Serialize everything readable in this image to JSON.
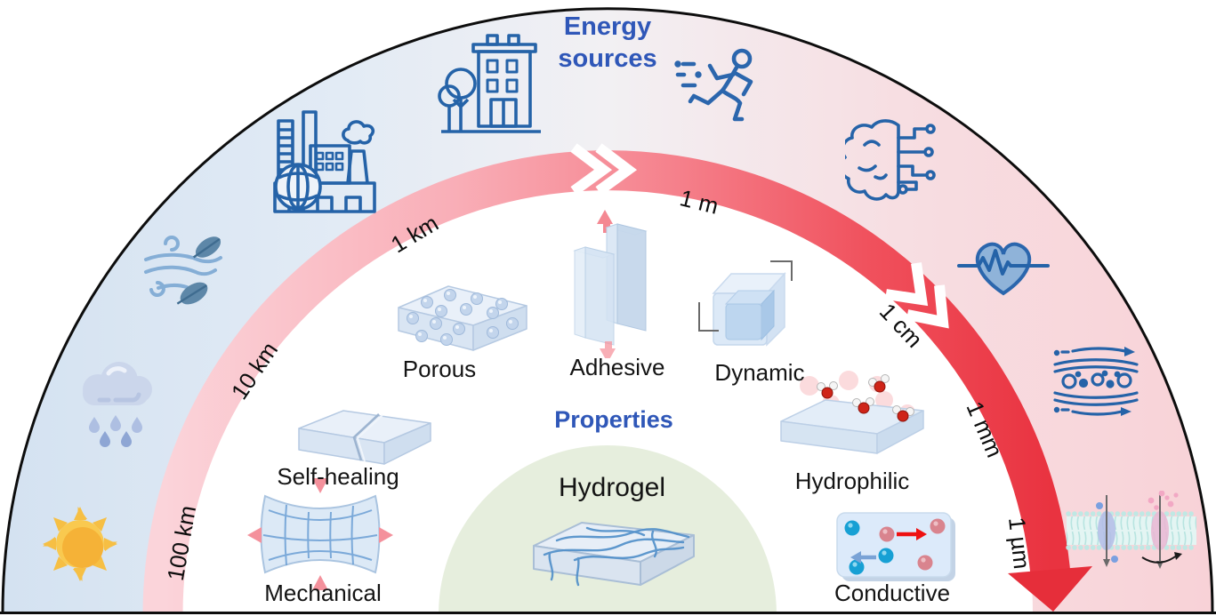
{
  "figure": {
    "energy_title": "Energy sources",
    "properties_title": "Properties",
    "hydrogel_title": "Hydrogel"
  },
  "scale_labels": [
    {
      "label": "100 km"
    },
    {
      "label": "10 km"
    },
    {
      "label": "1 km"
    },
    {
      "label": "1 m"
    },
    {
      "label": "1 cm"
    },
    {
      "label": "1 mm"
    },
    {
      "label": "1 µm"
    }
  ],
  "properties": [
    {
      "label": "Porous"
    },
    {
      "label": "Adhesive"
    },
    {
      "label": "Dynamic"
    },
    {
      "label": "Self-healing"
    },
    {
      "label": "Hydrophilic"
    },
    {
      "label": "Mechanical"
    },
    {
      "label": "Conductive"
    }
  ],
  "energy_sources": [
    {
      "icon": "sun-icon"
    },
    {
      "icon": "rain-cloud-icon"
    },
    {
      "icon": "wind-leaves-icon"
    },
    {
      "icon": "factory-icon"
    },
    {
      "icon": "city-building-icon"
    },
    {
      "icon": "running-person-icon"
    },
    {
      "icon": "brain-circuit-icon"
    },
    {
      "icon": "heartbeat-icon"
    },
    {
      "icon": "blood-vessel-icon"
    },
    {
      "icon": "cell-membrane-icon"
    }
  ],
  "colors": {
    "accent_blue": "#2f57b8",
    "icon_blue": "#2b66ad",
    "band_start_pink": "#fbd2d8",
    "band_end_red": "#ea2f3b",
    "hydrogel_area_green": "#e6eedd",
    "sun_yellow": "#f8c349"
  }
}
